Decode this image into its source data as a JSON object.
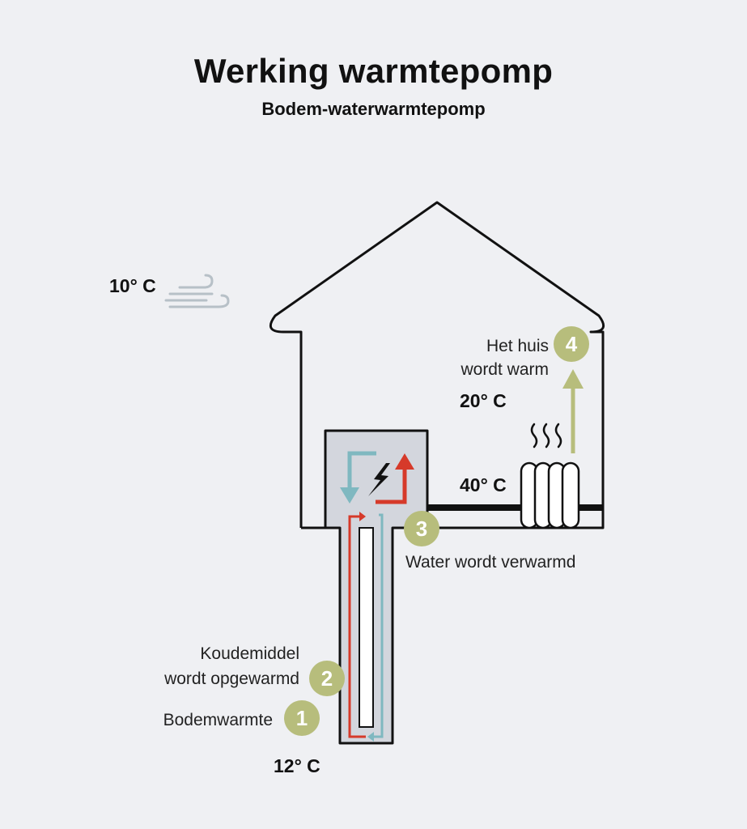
{
  "header": {
    "title": "Werking warmtepomp",
    "subtitle": "Bodem-waterwarmtepomp"
  },
  "temperatures": {
    "outside": "10° C",
    "house": "20° C",
    "radiator": "40° C",
    "ground": "12° C"
  },
  "steps": [
    {
      "number": "1",
      "label_lines": [
        "Bodemwarmte"
      ]
    },
    {
      "number": "2",
      "label_lines": [
        "Koudemiddel",
        "wordt opgewarmd"
      ]
    },
    {
      "number": "3",
      "label_lines": [
        "Water wordt verwarmd"
      ]
    },
    {
      "number": "4",
      "label_lines": [
        "Het huis",
        "wordt warm"
      ]
    }
  ],
  "colors": {
    "background": "#eff0f3",
    "outline": "#111111",
    "unit_fill": "#d3d6dd",
    "hot_arrow": "#d63a2a",
    "cold_arrow": "#7fb8c0",
    "badge": "#b7bd7c",
    "wind": "#b7c0c7"
  },
  "icons": [
    "wind-icon",
    "lightning-icon",
    "heat-waves-icon",
    "radiator-icon"
  ]
}
